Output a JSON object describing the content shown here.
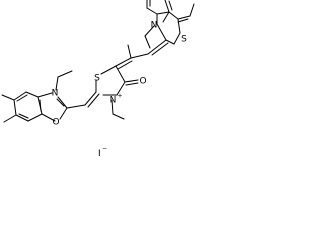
{
  "molecule": {
    "atoms": {
      "s_upper": "S",
      "n_upper": "N",
      "s_thiazolidinone": "S",
      "n_thiazolidinone": "N",
      "n_charge": "+",
      "o_carbonyl": "O",
      "n_lower": "N",
      "o_oxazole": "O"
    },
    "counterion": "I",
    "counterion_charge": "−"
  },
  "colors": {
    "bond": "#000000",
    "text": "#000000",
    "background": "#ffffff"
  }
}
